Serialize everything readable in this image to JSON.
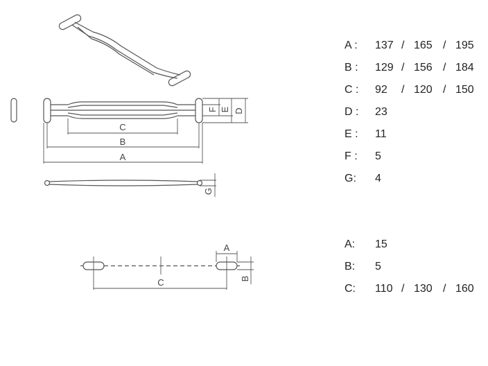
{
  "drawing_labels": {
    "tag_fastener": {
      "a": "A",
      "b": "B",
      "c": "C",
      "d": "D",
      "e": "E",
      "f": "F",
      "g": "G"
    },
    "loop_pin": {
      "a": "A",
      "b": "B",
      "c": "C"
    }
  },
  "table_top": [
    {
      "label": "A :",
      "values": [
        "137",
        "165",
        "195"
      ]
    },
    {
      "label": "B :",
      "values": [
        "129",
        "156",
        "184"
      ]
    },
    {
      "label": "C :",
      "values": [
        "92",
        "120",
        "150"
      ]
    },
    {
      "label": "D :",
      "values": [
        "23"
      ]
    },
    {
      "label": "E :",
      "values": [
        "11"
      ]
    },
    {
      "label": "F :",
      "values": [
        "5"
      ]
    },
    {
      "label": "G:",
      "values": [
        "4"
      ]
    }
  ],
  "table_bottom": [
    {
      "label": "A:",
      "values": [
        "15"
      ]
    },
    {
      "label": "B:",
      "values": [
        "5"
      ]
    },
    {
      "label": "C:",
      "values": [
        "110",
        "130",
        "160"
      ]
    }
  ],
  "separator": "/",
  "colors": {
    "line": "#555555",
    "text": "#222222"
  }
}
